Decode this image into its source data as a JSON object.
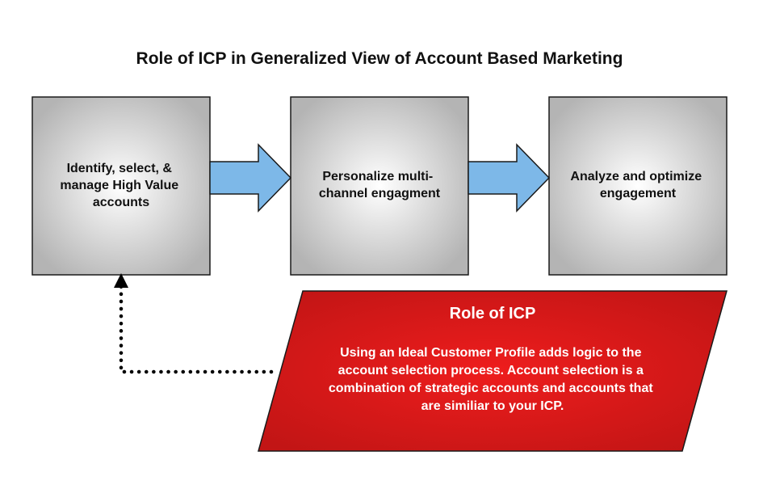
{
  "title": "Role of ICP in Generalized View of Account Based Marketing",
  "steps": [
    {
      "lines": [
        "Identify, select, &",
        "manage High Value",
        "accounts"
      ]
    },
    {
      "lines": [
        "Personalize multi-",
        "channel engagment"
      ]
    },
    {
      "lines": [
        "Analyze and optimize",
        "engagement"
      ]
    }
  ],
  "icp": {
    "heading": "Role of ICP",
    "lines": [
      "Using an Ideal Customer Profile adds logic to the",
      "account selection process. Account selection is a",
      "combination of strategic accounts and accounts that",
      "are similiar to your ICP."
    ]
  },
  "colors": {
    "box_center": "#ffffff",
    "box_edge": "#b4b4b4",
    "arrow_fill": "#7db8e8",
    "icp_center": "#ee1d1d",
    "icp_edge": "#c21515",
    "connector": "#000000"
  }
}
